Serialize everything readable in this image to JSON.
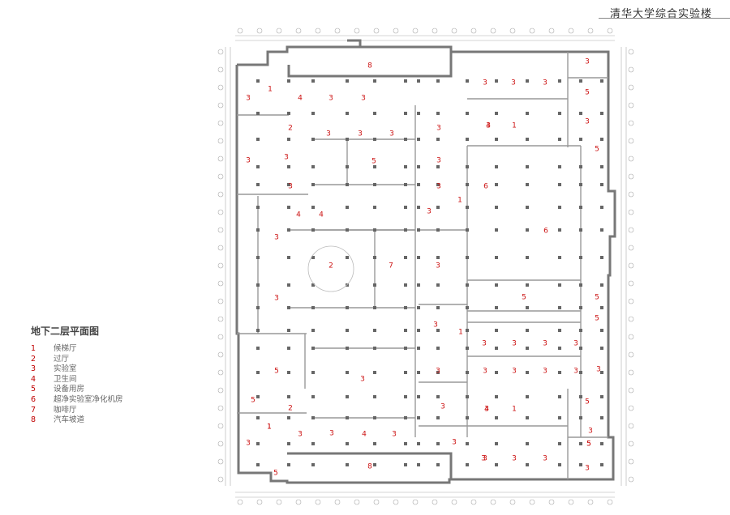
{
  "header": {
    "title": "清华大学综合实验楼"
  },
  "legend": {
    "title": "地下二层平面图",
    "items": [
      {
        "num": "1",
        "label": "候梯厅"
      },
      {
        "num": "2",
        "label": "过厅"
      },
      {
        "num": "3",
        "label": "实验室"
      },
      {
        "num": "4",
        "label": "卫生间"
      },
      {
        "num": "5",
        "label": "设备用房"
      },
      {
        "num": "6",
        "label": "超净实验室净化机房"
      },
      {
        "num": "7",
        "label": "咖啡厅"
      },
      {
        "num": "8",
        "label": "汽车坡道"
      }
    ]
  },
  "colors": {
    "room_number": "#cc1111",
    "wall": "#777777",
    "thin_line": "#aaaaaa"
  },
  "room_labels": [
    {
      "id": "r01",
      "n": "8"
    },
    {
      "id": "r02",
      "n": "3"
    },
    {
      "id": "r03",
      "n": "3"
    },
    {
      "id": "r04",
      "n": "3"
    },
    {
      "id": "r05",
      "n": "3"
    },
    {
      "id": "r06",
      "n": "3"
    },
    {
      "id": "r07",
      "n": "1"
    },
    {
      "id": "r08",
      "n": "4"
    },
    {
      "id": "r09",
      "n": "3"
    },
    {
      "id": "r10",
      "n": "3"
    },
    {
      "id": "r11",
      "n": "3"
    },
    {
      "id": "r12",
      "n": "5"
    },
    {
      "id": "r13",
      "n": "2"
    },
    {
      "id": "r14",
      "n": "3"
    },
    {
      "id": "r15",
      "n": "3"
    },
    {
      "id": "r16",
      "n": "3"
    },
    {
      "id": "r17",
      "n": "3"
    },
    {
      "id": "r18",
      "n": "4"
    },
    {
      "id": "r19",
      "n": "1"
    },
    {
      "id": "r20",
      "n": "3"
    },
    {
      "id": "r21",
      "n": "3"
    },
    {
      "id": "r22",
      "n": "3"
    },
    {
      "id": "r23",
      "n": "5"
    },
    {
      "id": "r24",
      "n": "3"
    },
    {
      "id": "r25",
      "n": "5"
    },
    {
      "id": "r26",
      "n": "3"
    },
    {
      "id": "r27",
      "n": "3"
    },
    {
      "id": "r28",
      "n": "1"
    },
    {
      "id": "r29",
      "n": "6"
    },
    {
      "id": "r30",
      "n": "4"
    },
    {
      "id": "r31",
      "n": "4"
    },
    {
      "id": "r32",
      "n": "3"
    },
    {
      "id": "r33",
      "n": "3"
    },
    {
      "id": "r34",
      "n": "6"
    },
    {
      "id": "r35",
      "n": "2"
    },
    {
      "id": "r36",
      "n": "7"
    },
    {
      "id": "r37",
      "n": "3"
    },
    {
      "id": "r38",
      "n": "3"
    },
    {
      "id": "r39",
      "n": "5"
    },
    {
      "id": "r40",
      "n": "5"
    },
    {
      "id": "r41",
      "n": "3"
    },
    {
      "id": "r42",
      "n": "1"
    },
    {
      "id": "r43",
      "n": "5"
    },
    {
      "id": "r44",
      "n": "3"
    },
    {
      "id": "r45",
      "n": "3"
    },
    {
      "id": "r46",
      "n": "3"
    },
    {
      "id": "r47",
      "n": "3"
    },
    {
      "id": "r48",
      "n": "3"
    },
    {
      "id": "r49",
      "n": "3"
    },
    {
      "id": "r50",
      "n": "5"
    },
    {
      "id": "r51",
      "n": "3"
    },
    {
      "id": "r52",
      "n": "3"
    },
    {
      "id": "r53",
      "n": "3"
    },
    {
      "id": "r54",
      "n": "3"
    },
    {
      "id": "r55",
      "n": "3"
    },
    {
      "id": "r56",
      "n": "3"
    },
    {
      "id": "r57",
      "n": "3"
    },
    {
      "id": "r58",
      "n": "5"
    },
    {
      "id": "r59",
      "n": "5"
    },
    {
      "id": "r60",
      "n": "3"
    },
    {
      "id": "r61",
      "n": "2"
    },
    {
      "id": "r62",
      "n": "3"
    },
    {
      "id": "r63",
      "n": "4"
    },
    {
      "id": "r64",
      "n": "1"
    },
    {
      "id": "r65",
      "n": "4"
    },
    {
      "id": "r66",
      "n": "1"
    },
    {
      "id": "r67",
      "n": "5"
    },
    {
      "id": "r68",
      "n": "3"
    },
    {
      "id": "r69",
      "n": "1"
    },
    {
      "id": "r70",
      "n": "3"
    },
    {
      "id": "r71",
      "n": "3"
    },
    {
      "id": "r72",
      "n": "3"
    },
    {
      "id": "r73",
      "n": "3"
    },
    {
      "id": "r74",
      "n": "3"
    },
    {
      "id": "r75",
      "n": "3"
    },
    {
      "id": "r76",
      "n": "3"
    },
    {
      "id": "r77",
      "n": "3"
    },
    {
      "id": "r78",
      "n": "5"
    },
    {
      "id": "r79",
      "n": "5"
    },
    {
      "id": "r80",
      "n": "8"
    }
  ]
}
